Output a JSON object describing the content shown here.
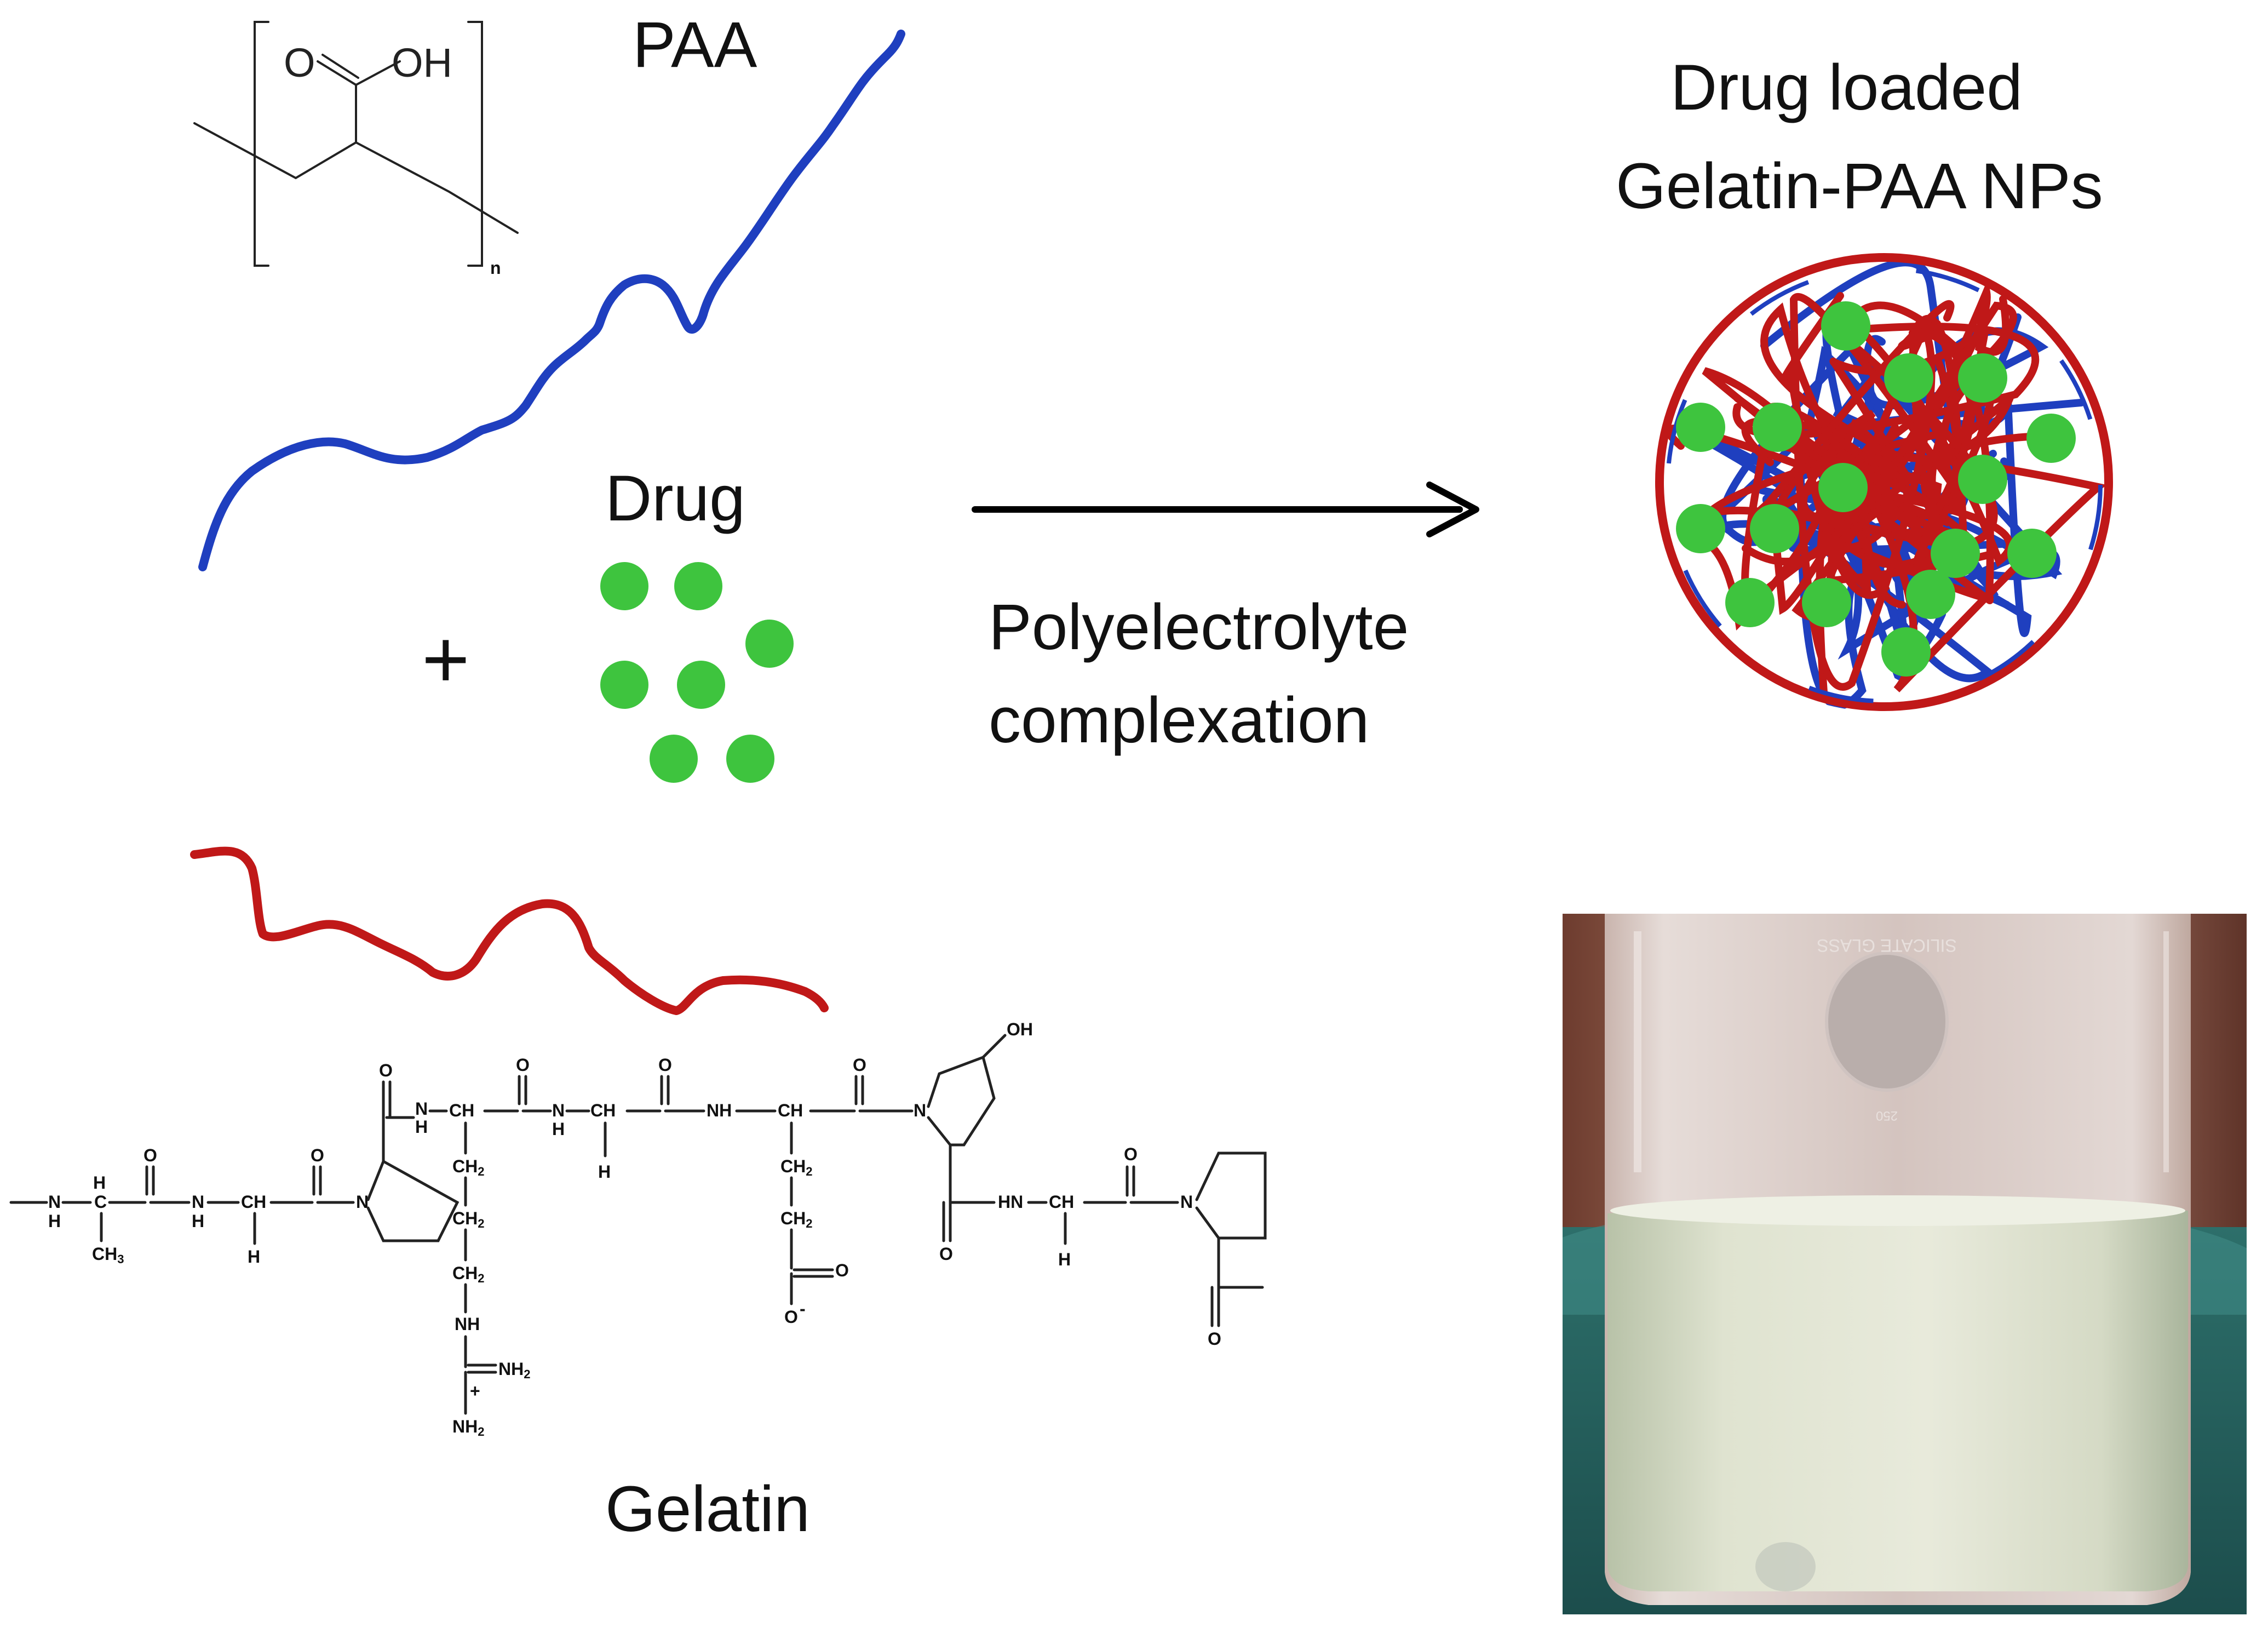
{
  "labels": {
    "paa": "PAA",
    "drug": "Drug",
    "plus": "+",
    "gelatin": "Gelatin",
    "process_line1": "Polyelectrolyte",
    "process_line2": "complexation",
    "product_line1": "Drug loaded",
    "product_line2": "Gelatin-PAA NPs"
  },
  "paa_structure": {
    "carbonyl_o": "O",
    "hydroxyl": "OH",
    "repeat_n": "n"
  },
  "gelatin_structure": {
    "nh": "N",
    "h": "H",
    "ch": "CH",
    "c": "C",
    "ch3": "CH",
    "ch2": "CH",
    "o": "O",
    "n": "N",
    "oh": "OH",
    "nh2": "NH",
    "hn": "HN",
    "nh_plain": "NH",
    "sub2": "2",
    "sub3": "3",
    "plus_charge": "+",
    "minus_charge": "-"
  },
  "photo": {
    "beaker_marking": "SILICATE GLASS",
    "volume_mark": "250"
  },
  "colors": {
    "paa_chain": "#1f3fbf",
    "gelatin_chain": "#c01818",
    "drug": "#3ec43e",
    "arrow": "#000000"
  }
}
